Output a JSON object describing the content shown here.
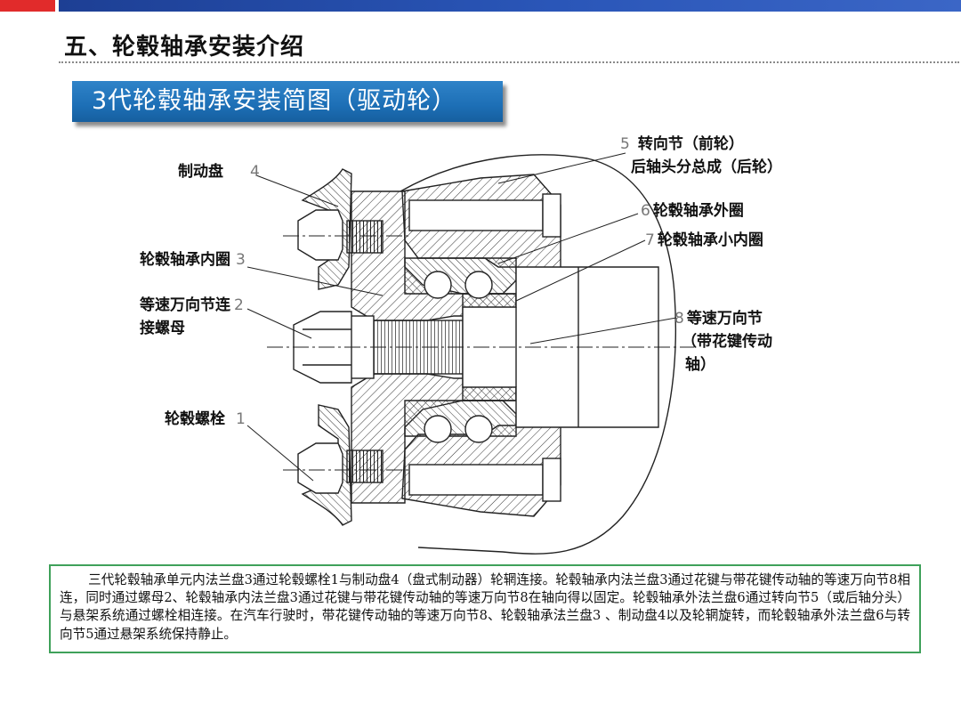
{
  "slide": {
    "title": "五、轮毂轴承安装介绍",
    "banner": "3代轮毂轴承安装简图（驱动轮）"
  },
  "labels": {
    "l4": {
      "num": "4",
      "text": "制动盘"
    },
    "l3": {
      "num": "3",
      "text": "轮毂轴承内圈"
    },
    "l2": {
      "num": "2",
      "line1": "等速万向节连",
      "line2": "接螺母"
    },
    "l1": {
      "num": "1",
      "text": "轮毂螺栓"
    },
    "l5": {
      "num": "5",
      "line1": "转向节（前轮）",
      "line2": "后轴头分总成（后轮）"
    },
    "l6": {
      "num": "6",
      "text": "轮毂轴承外圈"
    },
    "l7": {
      "num": "7",
      "text": "轮毂轴承小内圈"
    },
    "l8": {
      "num": "8",
      "line1": "等速万向节",
      "line2": "（带花键传动",
      "line3": "轴）"
    }
  },
  "description": "三代轮毂轴承单元内法兰盘3通过轮毂螺栓1与制动盘4（盘式制动器）轮辋连接。轮毂轴承内法兰盘3通过花键与带花键传动轴的等速万向节8相连，同时通过螺母2、轮毂轴承内法兰盘3通过花键与带花键传动轴的等速万向节8在轴向得以固定。轮毂轴承外法兰盘6通过转向节5（或后轴分头）与悬架系统通过螺栓相连接。在汽车行驶时，带花键传动轴的等速万向节8、轮毂轴承法兰盘3 、制动盘4以及轮辋旋转，而轮毂轴承外法兰盘6与转向节5通过悬架系统保持静止。"
}
